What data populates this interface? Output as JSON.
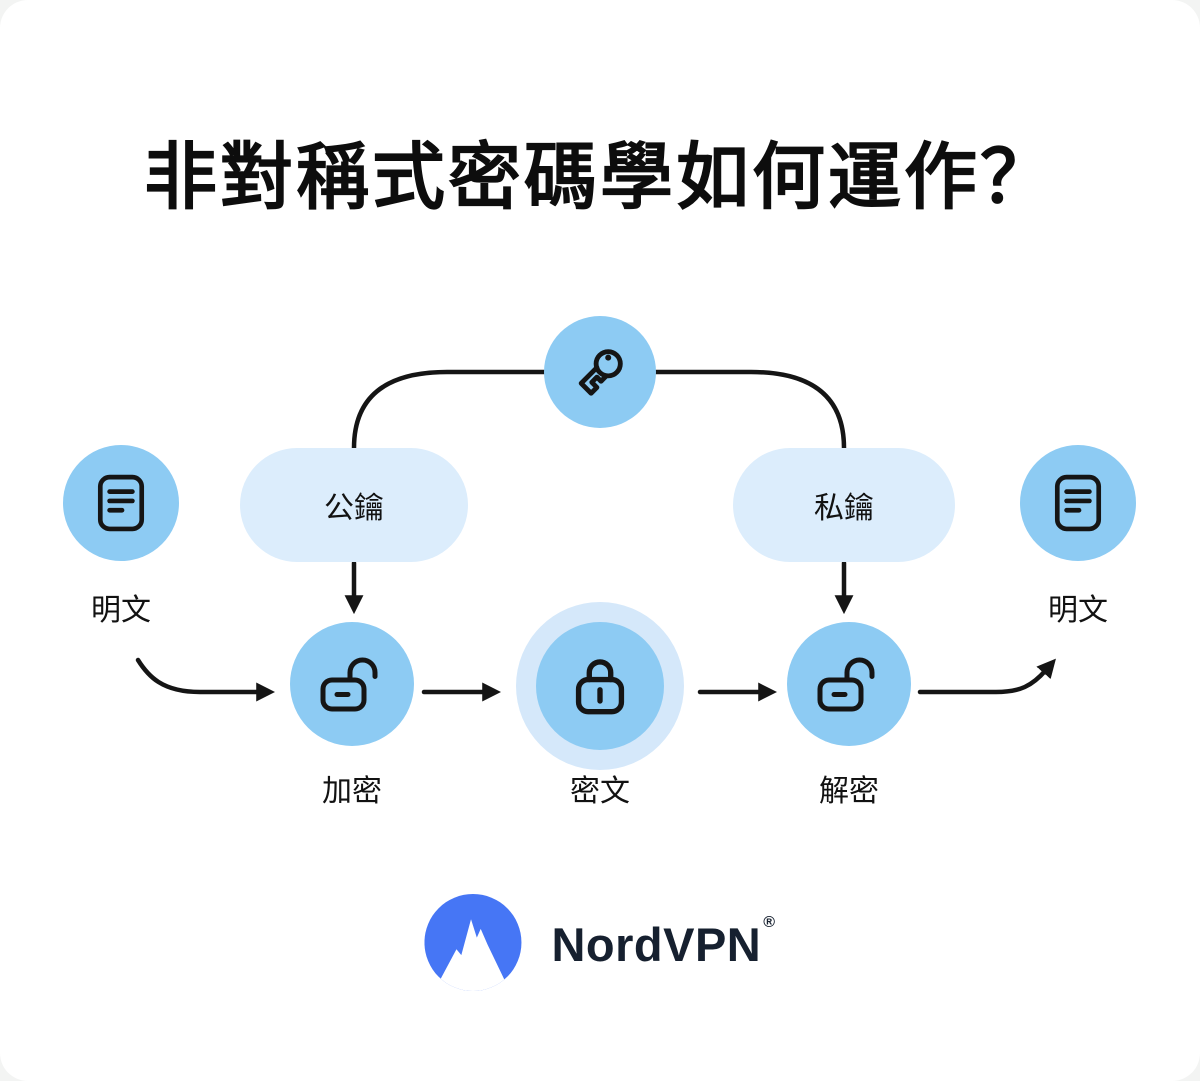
{
  "title": "非對稱式密碼學如何運作？",
  "nodes": {
    "public_key": {
      "label": "公鑰"
    },
    "private_key": {
      "label": "私鑰"
    },
    "plaintext_left": {
      "label": "明文"
    },
    "plaintext_right": {
      "label": "明文"
    },
    "encrypt": {
      "label": "加密"
    },
    "ciphertext": {
      "label": "密文"
    },
    "decrypt": {
      "label": "解密"
    }
  },
  "icons": {
    "top_center": "key-icon",
    "sides": "document-icon",
    "encrypt": "unlock-icon",
    "ciphertext": "lock-icon",
    "decrypt": "unlock-icon",
    "brand": "mountain-logo-icon"
  },
  "brand": {
    "name": "NordVPN",
    "registered_mark": "®"
  },
  "colors": {
    "node_blue": "#8DCBF3",
    "pill_blue": "#DCEDFC",
    "halo_blue": "#D5E8FA",
    "line_black": "#151515",
    "brand_blue": "#4676F5",
    "wordmark_navy": "#16202F",
    "background": "#FFFFFF"
  }
}
